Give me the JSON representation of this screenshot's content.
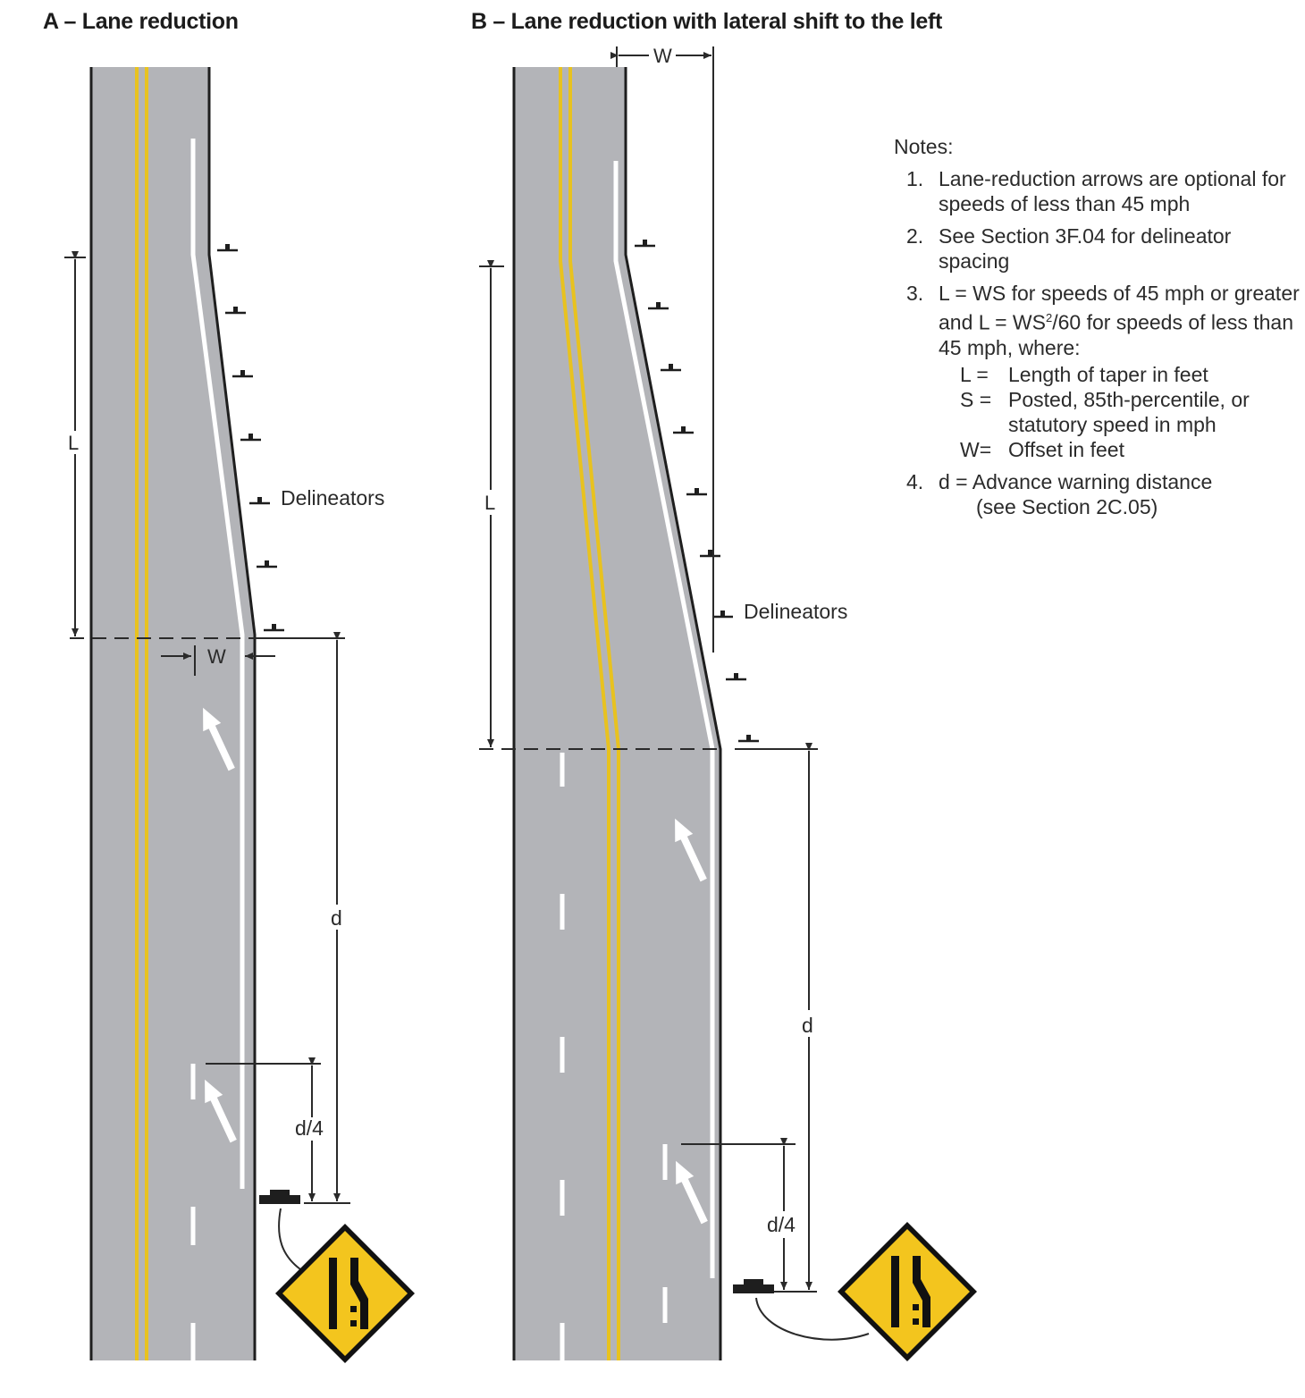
{
  "panel_a": {
    "title": "A – Lane reduction",
    "label_L": "L",
    "label_W": "W",
    "label_d": "d",
    "label_d4": "d/4",
    "delineators_label": "Delineators"
  },
  "panel_b": {
    "title": "B – Lane reduction with lateral shift to the left",
    "label_L": "L",
    "label_W": "W",
    "label_d": "d",
    "label_d4": "d/4",
    "delineators_label": "Delineators"
  },
  "notes": {
    "heading": "Notes:",
    "items": [
      {
        "num": "1.",
        "text": "Lane-reduction arrows are optional for speeds of less than 45 mph"
      },
      {
        "num": "2.",
        "text": "See Section 3F.04 for delineator spacing"
      },
      {
        "num": "3.",
        "text_a": "L = WS for speeds of 45 mph or greater and L = WS",
        "superscript": "2",
        "text_b": "/60 for speeds of less than 45 mph, where:"
      },
      {
        "num": "4.",
        "text": "d = Advance warning distance",
        "subtext": "(see Section 2C.05)"
      }
    ],
    "definitions": [
      {
        "symbol": "L =",
        "text": "Length of taper in feet"
      },
      {
        "symbol": "S =",
        "text": "Posted, 85th-percentile, or statutory speed in mph"
      },
      {
        "symbol": "W=",
        "text": "Offset in feet"
      }
    ]
  },
  "colors": {
    "pavement": "#b3b4b8",
    "edge": "#1e1e1e",
    "yellow": "#e8c21f",
    "white_marking": "#ffffff",
    "sign_yellow": "#f3c51e",
    "sign_border": "#111111"
  },
  "icons": {
    "sign": "lane-ends-merge-left-warning-sign",
    "delineator": "delineator-post-icon",
    "arrow": "lane-reduction-arrow"
  }
}
